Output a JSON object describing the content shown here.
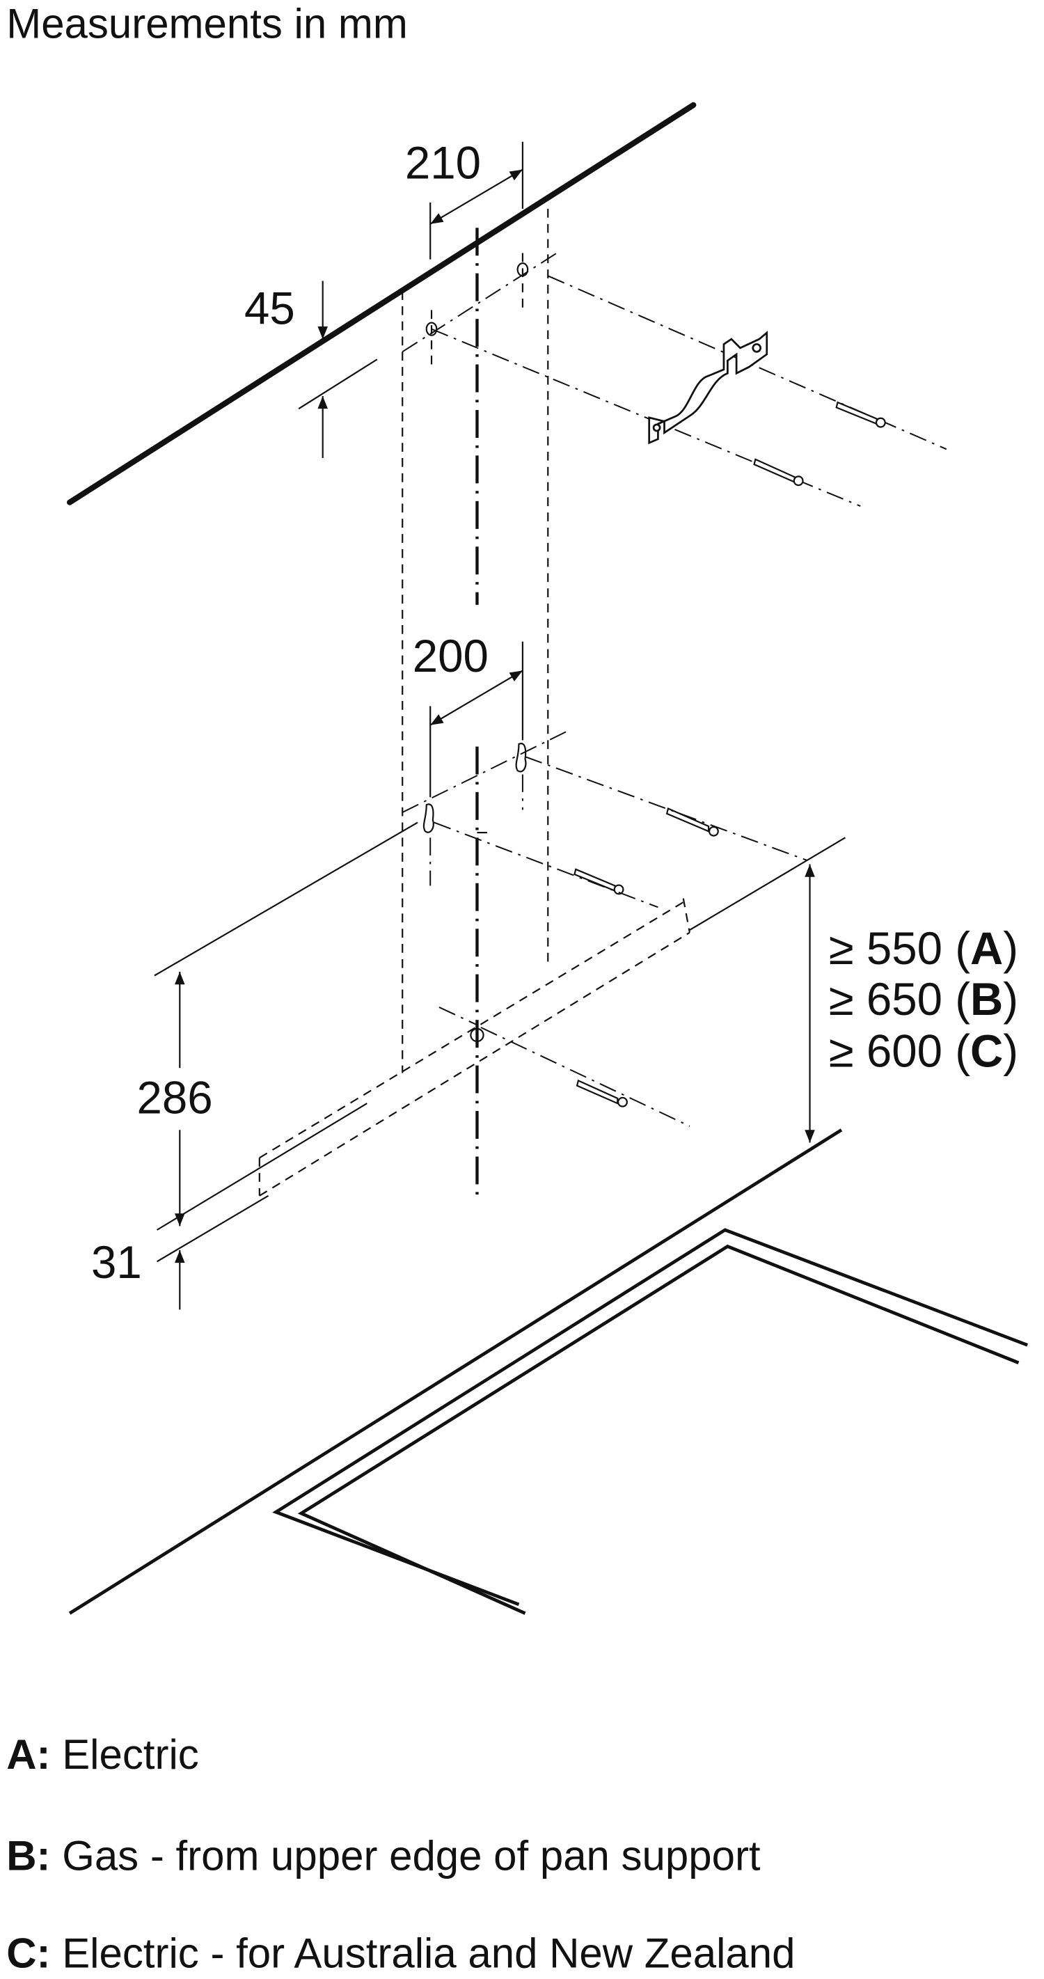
{
  "title": "Measurements in mm",
  "dimensions": {
    "top_hole_spacing": "210",
    "ceiling_offset": "45",
    "lower_hole_spacing": "200",
    "hood_height": "286",
    "hood_bottom_offset": "31",
    "min_distance": [
      {
        "prefix": "≥ 550 (",
        "key": "A",
        "suffix": ")"
      },
      {
        "prefix": "≥ 650 (",
        "key": "B",
        "suffix": ")"
      },
      {
        "prefix": "≥ 600 (",
        "key": "C",
        "suffix": ")"
      }
    ]
  },
  "legend": [
    {
      "key": "A:",
      "text": " Electric"
    },
    {
      "key": "B:",
      "text": " Gas - from upper edge of pan support"
    },
    {
      "key": "C:",
      "text": " Electric - for Australia and New Zealand"
    }
  ]
}
